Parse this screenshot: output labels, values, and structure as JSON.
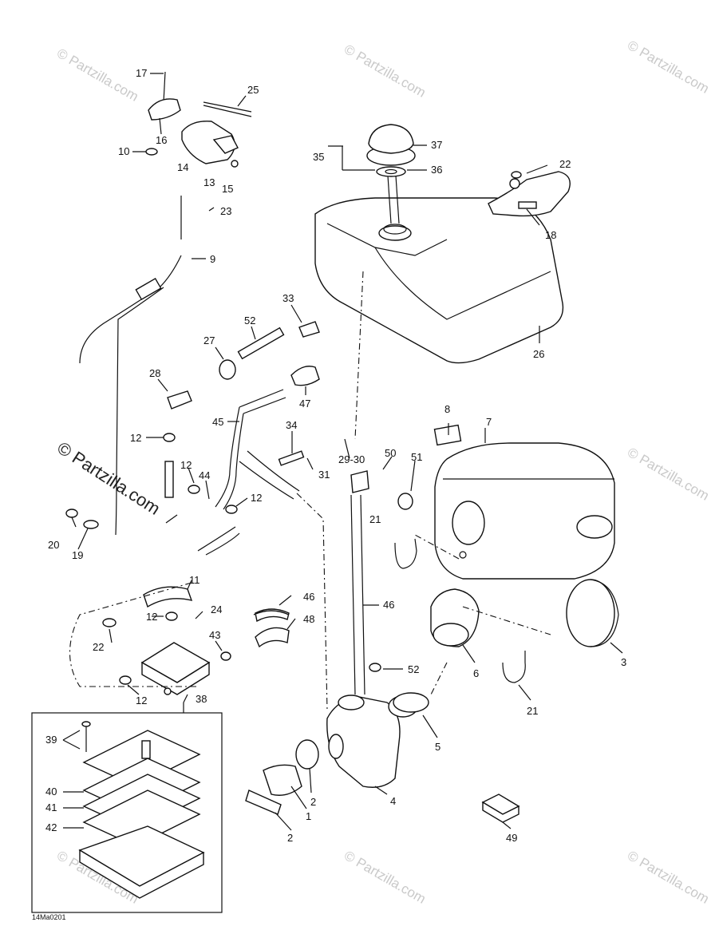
{
  "diagram": {
    "drawing_code": "14Ma0201",
    "watermark_text": "© Partzilla.com",
    "side_watermark_text": "© Partzilla.com",
    "labels": {
      "p1": "1",
      "p2a": "2",
      "p2b": "2",
      "p3": "3",
      "p4": "4",
      "p5": "5",
      "p6": "6",
      "p7": "7",
      "p8": "8",
      "p9": "9",
      "p10": "10",
      "p11": "11",
      "p12a": "12",
      "p12b": "12",
      "p12c": "12",
      "p12d": "12",
      "p12e": "12",
      "p13": "13",
      "p14": "14",
      "p15": "15",
      "p16": "16",
      "p17": "17",
      "p18": "18",
      "p19": "19",
      "p20": "20",
      "p21a": "21",
      "p21b": "21",
      "p22a": "22",
      "p22b": "22",
      "p23": "23",
      "p24": "24",
      "p25": "25",
      "p26": "26",
      "p27": "27",
      "p28": "28",
      "p29": "29-30",
      "p31": "31",
      "p33": "33",
      "p34": "34",
      "p35": "35",
      "p36": "36",
      "p37": "37",
      "p38": "38",
      "p39": "39",
      "p40": "40",
      "p41": "41",
      "p42": "42",
      "p43": "43",
      "p44": "44",
      "p45": "45",
      "p46a": "46",
      "p46b": "46",
      "p47": "47",
      "p48": "48",
      "p49": "49",
      "p50": "50",
      "p51": "51",
      "p52a": "52",
      "p52b": "52"
    }
  }
}
